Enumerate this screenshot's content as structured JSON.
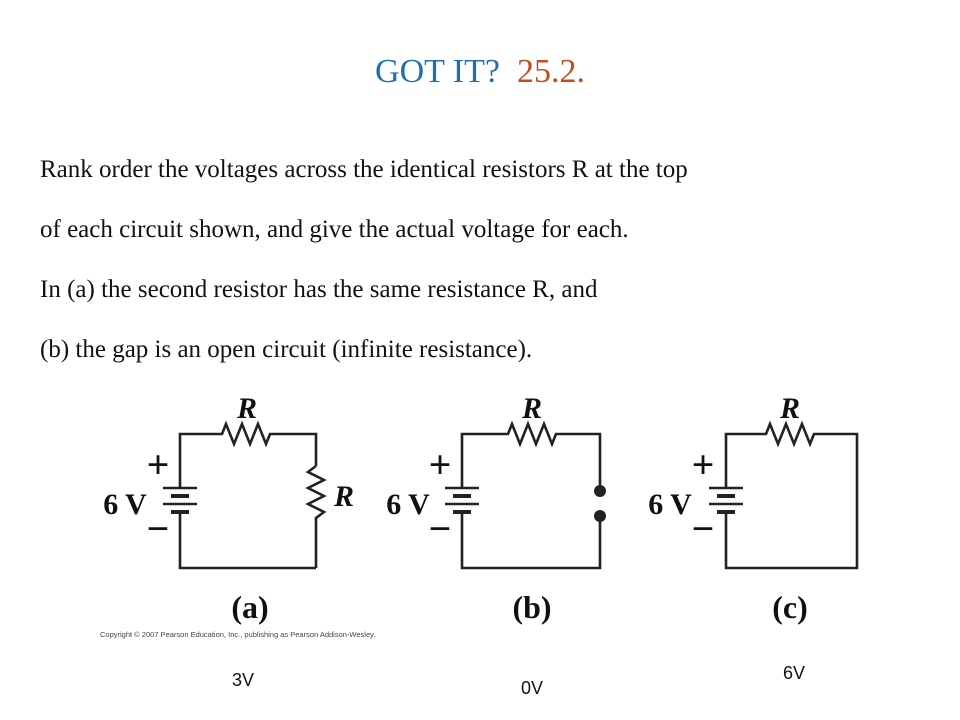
{
  "slide": {
    "title_part1": "GOT IT?",
    "title_part2": "25.2.",
    "lines": [
      "Rank order the voltages across the identical resistors R at the top",
      "of each circuit shown, and give the actual voltage for each.",
      "In (a) the second resistor has the same resistance R, and",
      "(b) the gap is an open circuit (infinite resistance)."
    ],
    "copyright": "Copyright © 2007 Pearson Education, Inc., publishing as Pearson Addison-Wesley."
  },
  "colors": {
    "title_blue": "#1f6fb5",
    "title_orange": "#c24d1f",
    "wire": "#222222"
  },
  "circuits": [
    {
      "caption": "(a)",
      "battery_voltage": "6 V",
      "plus": "+",
      "minus": "−",
      "top_label": "R",
      "side_label": "R",
      "answer": "3V"
    },
    {
      "caption": "(b)",
      "battery_voltage": "6 V",
      "plus": "+",
      "minus": "−",
      "top_label": "R",
      "answer": "0V"
    },
    {
      "caption": "(c)",
      "battery_voltage": "6 V",
      "plus": "+",
      "minus": "−",
      "top_label": "R",
      "answer": "6V"
    }
  ]
}
